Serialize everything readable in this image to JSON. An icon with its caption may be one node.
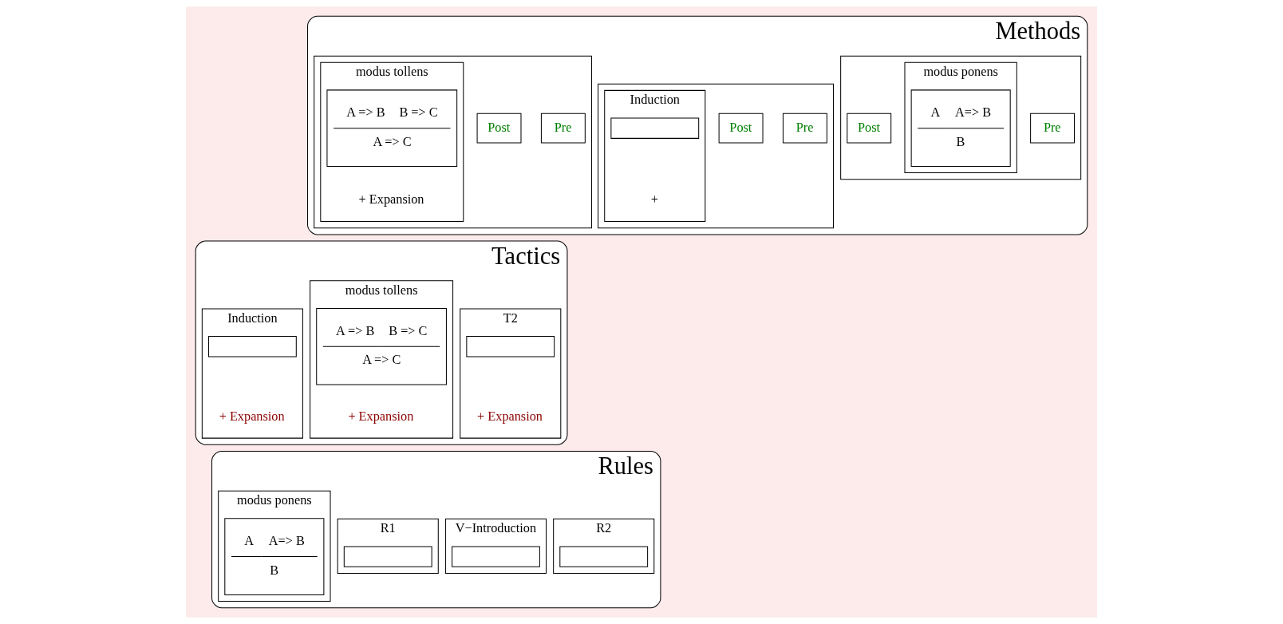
{
  "diagram": {
    "nodes": [
      {
        "text": [
          "Methods"
        ]
      },
      {
        "text": [],
        "shape": "box",
        "in": 0
      },
      {
        "text": [
          "Pre"
        ],
        "in": 1
      },
      {
        "text": [
          "modus ponens"
        ],
        "in": 1
      },
      {
        "text": [
          "A",
          "A=> B",
          "B"
        ],
        "in": 3
      },
      {
        "text": [
          "Post"
        ],
        "in": 1
      },
      {
        "text": [],
        "shape": "box",
        "in": 0
      },
      {
        "text": [
          "Pre"
        ],
        "in": 6
      },
      {
        "text": [
          "modus tollens",
          "+ Expansion"
        ],
        "in": 6
      },
      {
        "text": [
          "A => B",
          "B => C",
          "A => C"
        ],
        "in": 8
      },
      {
        "text": [
          "Post"
        ],
        "in": 6
      },
      {
        "text": [],
        "shape": "box",
        "in": 0
      },
      {
        "text": [
          "Pre"
        ],
        "in": 11
      },
      {
        "text": [
          "Induction",
          "+"
        ],
        "in": 11
      },
      {
        "text": [],
        "shape": "box",
        "in": 13
      },
      {
        "text": [
          "Post"
        ],
        "in": 11
      },
      {
        "text": [
          "Tactics"
        ]
      },
      {
        "text": [
          "Induction",
          "+ Expansion"
        ],
        "in": 16
      },
      {
        "text": [],
        "shape": "box",
        "in": 17
      },
      {
        "text": [
          "modus tollens",
          "+ Expansion"
        ],
        "in": 16
      },
      {
        "text": [
          "A => B",
          "B => C",
          "A => C"
        ],
        "in": 19
      },
      {
        "text": [
          "T2",
          "+ Expansion"
        ],
        "in": 16
      },
      {
        "text": [],
        "shape": "box",
        "in": 21
      },
      {
        "text": [
          "Rules"
        ]
      },
      {
        "text": [
          "modus ponens"
        ],
        "in": 23
      },
      {
        "text": [
          "A",
          "A=> B",
          "B"
        ],
        "in": 24
      },
      {
        "text": [
          "R1"
        ],
        "in": 23
      },
      {
        "text": [],
        "shape": "box",
        "in": 26
      },
      {
        "text": [
          "V−Introduction"
        ],
        "in": 23
      },
      {
        "text": [],
        "shape": "box",
        "in": 28
      },
      {
        "text": [
          "R2"
        ],
        "in": 23
      },
      {
        "text": [],
        "shape": "box",
        "in": 30
      }
    ]
  }
}
